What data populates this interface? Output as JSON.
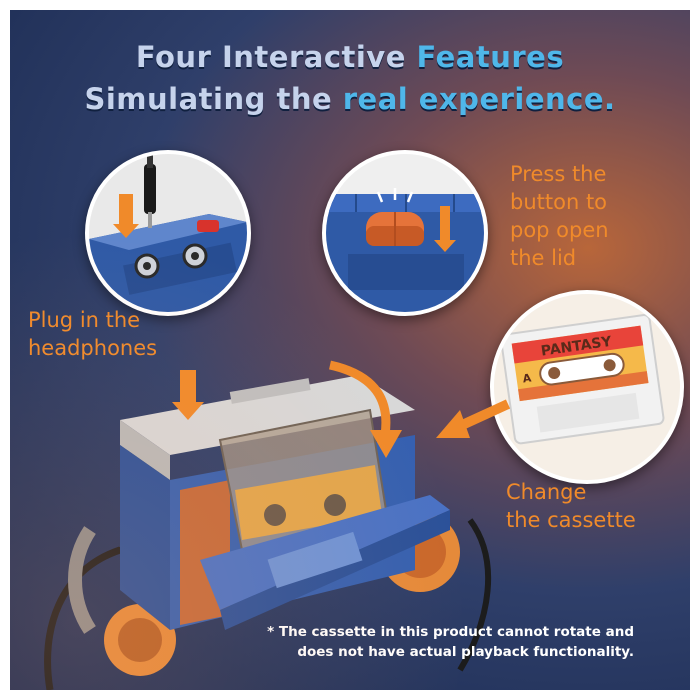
{
  "header": {
    "line1_white": "Four Interactive ",
    "line1_blue": "Features",
    "line2_white": "Simulating the ",
    "line2_blue": "real experience."
  },
  "callouts": {
    "press_button": [
      "Press the",
      "button to",
      "pop open",
      "the lid"
    ],
    "plug_headphones": [
      "Plug in the",
      "headphones"
    ],
    "change_cassette": [
      "Change",
      "the cassette"
    ]
  },
  "product": {
    "cassette_brand": "PANTASY",
    "cassette_side": "A"
  },
  "footnote": [
    "* The cassette in this product cannot rotate and",
    "does not have actual playback functionality."
  ],
  "colors": {
    "accent_orange": "#f08a2a",
    "title_blue": "#4fb7ea",
    "title_light": "#c6d3ec",
    "device_blue": "#3560b0",
    "device_grey": "#c9c9c9"
  }
}
